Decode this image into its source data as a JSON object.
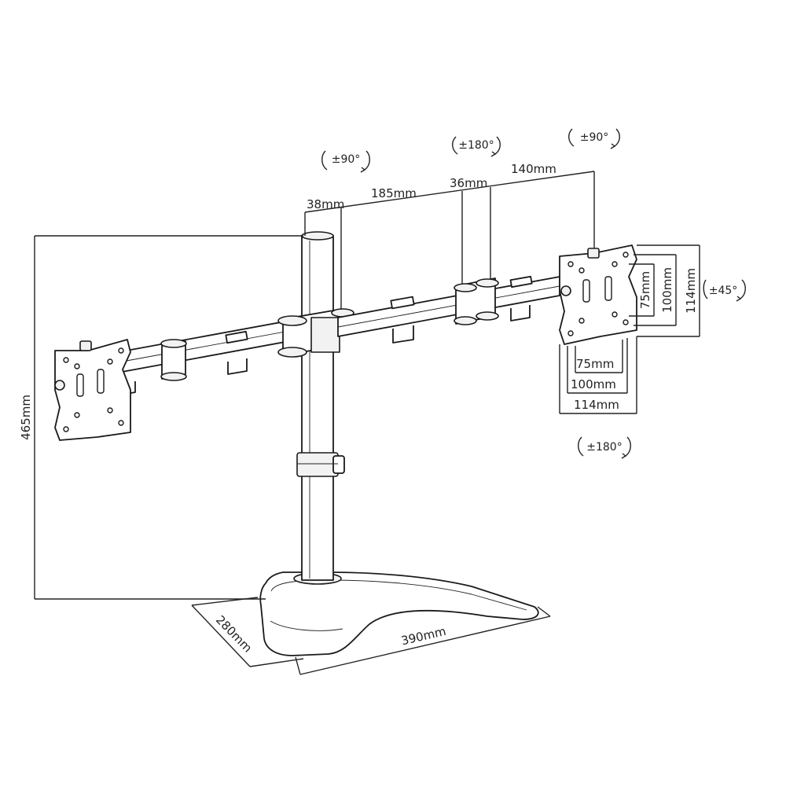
{
  "diagram": {
    "subject": "dual-monitor-desk-stand",
    "dimensions": {
      "height": "465mm",
      "base_depth": "280mm",
      "base_width": "390mm",
      "pole_width": "38mm",
      "arm_segment": "185mm",
      "joint_width": "36mm",
      "arm_end": "140mm"
    },
    "vesa": {
      "horizontal": [
        "75mm",
        "100mm",
        "114mm"
      ],
      "vertical": [
        "75mm",
        "100mm",
        "114mm"
      ]
    },
    "rotations": {
      "pole_swivel": "±90°",
      "arm_joint": "±180°",
      "head_swivel": "±90°",
      "tilt": "±45°",
      "rotate": "±180°"
    }
  }
}
